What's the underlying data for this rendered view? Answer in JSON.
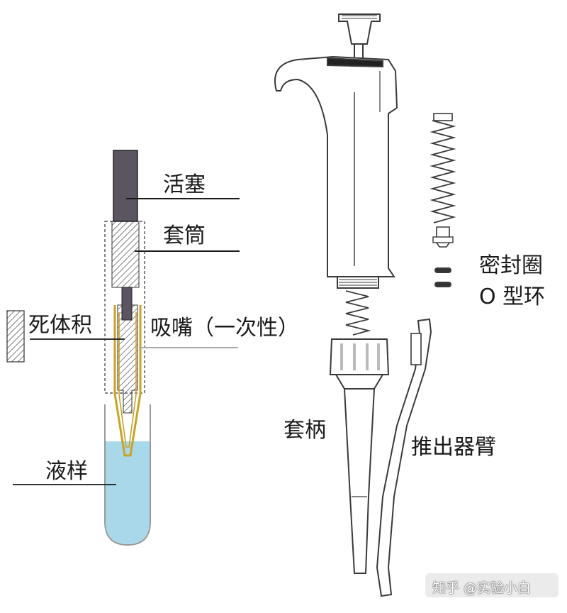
{
  "labels": {
    "piston": "活塞",
    "sleeve": "套筒",
    "dead_volume": "死体积",
    "tip": "吸嘴（一次性）",
    "liquid_sample": "液样",
    "seal_ring": "密封圈",
    "o_ring": "O 型环",
    "shaft": "套柄",
    "ejector_arm": "推出器臂"
  },
  "watermark": "知乎 @实验小白",
  "colors": {
    "liquid": "#a9d8ea",
    "tip": "#c9a227",
    "piston": "#5a5560",
    "line": "#1a1a1a"
  }
}
